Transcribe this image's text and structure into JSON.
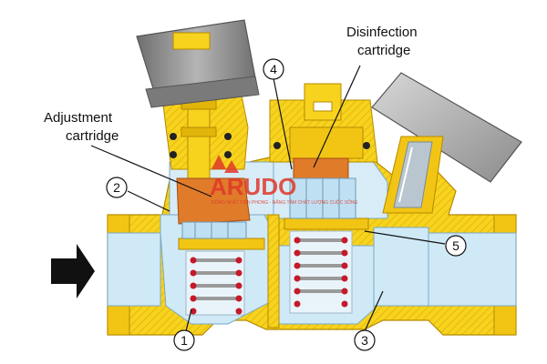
{
  "labels": {
    "adjustment_line1": "Adjustment",
    "adjustment_line2": "cartridge",
    "disinfection_line1": "Disinfection",
    "disinfection_line2": "cartridge"
  },
  "callouts": [
    "1",
    "2",
    "3",
    "4",
    "5"
  ],
  "watermark": {
    "brand": "ARUDO",
    "tagline": "ĐỒNG NHẤT TIỆN PHONG - NÂNG TẦM CHẤT LƯỢNG CUỘC SỐNG"
  },
  "icons": {
    "flow_direction": "arrow-right-icon"
  },
  "colors": {
    "brass": "#f7d31e",
    "brass_dark": "#d9a90a",
    "water": "#cfe9f7",
    "cartridge": "#e07b2a",
    "spring": "#c8c8c8",
    "spring_dot": "#c41a2a",
    "handle_grey": "#8a8a8a",
    "watermark_red": "#e0382a"
  }
}
